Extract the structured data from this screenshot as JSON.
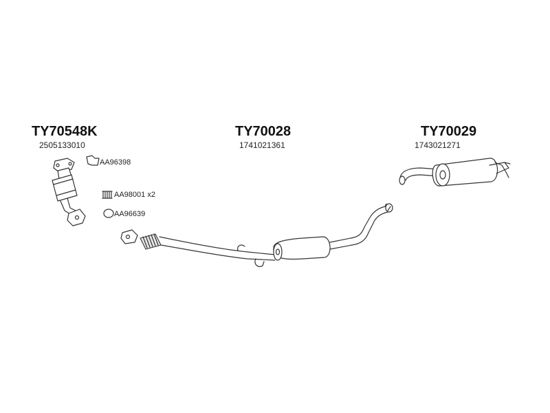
{
  "parts": {
    "catalytic_converter": {
      "code": "TY70548K",
      "oem": "2505133010"
    },
    "middle_silencer": {
      "code": "TY70028",
      "oem": "1741021361"
    },
    "rear_silencer": {
      "code": "TY70029",
      "oem": "1743021271"
    }
  },
  "accessories": {
    "gasket_flange": {
      "label": "AA96398"
    },
    "spring_bolts": {
      "label": "AA98001 x2"
    },
    "ring_gasket": {
      "label": "AA96639"
    }
  }
}
